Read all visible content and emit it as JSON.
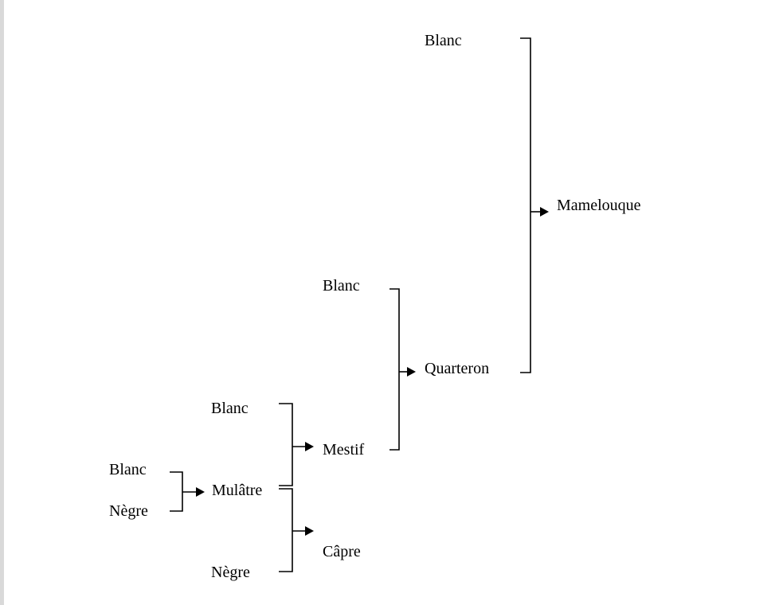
{
  "diagram": {
    "terms": {
      "blanc_top": "Blanc",
      "mamelouque": "Mamelouque",
      "blanc_quarteron": "Blanc",
      "quarteron": "Quarteron",
      "blanc_mestif": "Blanc",
      "mestif": "Mestif",
      "blanc_mulatre": "Blanc",
      "negre_mulatre": "Nègre",
      "mulatre": "Mulâtre",
      "capre": "Câpre",
      "negre_capre": "Nègre"
    },
    "colors": {
      "text": "#000000",
      "lines": "#000000",
      "background": "#ffffff",
      "edge": "#d9d9d9"
    }
  }
}
